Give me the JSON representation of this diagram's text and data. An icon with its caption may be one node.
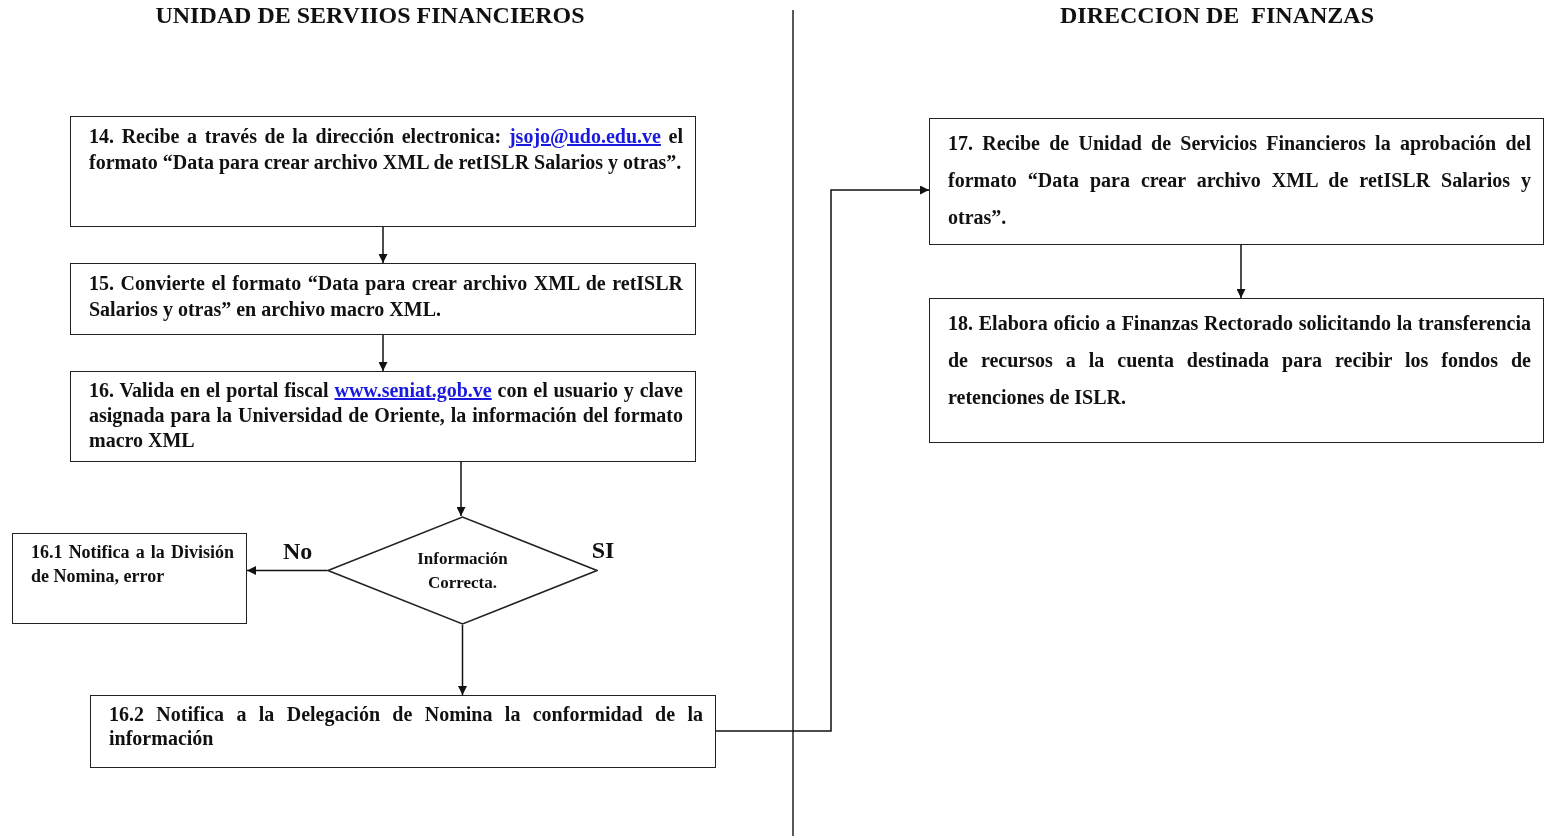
{
  "diagram": {
    "nodes": [
      {
        "text": [
          "14. Recibe a través de la dirección electronica: jsojo@udo.edu.ve el formato “Data para crear archivo XML de retISLR Salarios y otras”."
        ]
      },
      {
        "text": [
          "15. Convierte el formato “Data para crear archivo XML de retISLR Salarios y otras” en archivo macro XML."
        ]
      },
      {
        "text": [
          "16. Valida en el portal fiscal www.seniat.gob.ve con el usuario y clave asignada para la Universidad de Oriente, la información del formato macro XML"
        ]
      },
      {
        "text": [
          "Información Correcta."
        ]
      },
      {
        "text": [
          "16.1 Notifica a la División de Nomina, error"
        ]
      },
      {
        "text": [
          "16.2 Notifica a la Delegación de Nomina la conformidad de la información"
        ]
      },
      {
        "text": [
          "17. Recibe de Unidad de Servicios Financieros la aprobación del formato “Data para crear archivo XML de retISLR Salarios y otras”."
        ]
      },
      {
        "text": [
          "18. Elabora oficio a Finanzas Rectorado solicitando la transferencia de recursos a la cuenta destinada para recibir los fondos de retenciones de ISLR."
        ]
      }
    ],
    "edges": [
      {
        "from": 0,
        "to": 1,
        "arrow": "to"
      },
      {
        "from": 1,
        "to": 2,
        "arrow": "to"
      },
      {
        "from": 2,
        "to": 3,
        "arrow": "to"
      },
      {
        "from": 3,
        "to": 4,
        "arrow": "to",
        "label": "No"
      },
      {
        "from": 3,
        "to": 5,
        "arrow": "to"
      },
      {
        "from": 5,
        "to": 6,
        "arrow": "to"
      },
      {
        "from": 6,
        "to": 7,
        "arrow": "to"
      }
    ],
    "labels": [
      "UNIDAD DE SERVIIOS FINANCIEROS",
      "DIRECCION DE  FINANZAS",
      "SI"
    ]
  }
}
